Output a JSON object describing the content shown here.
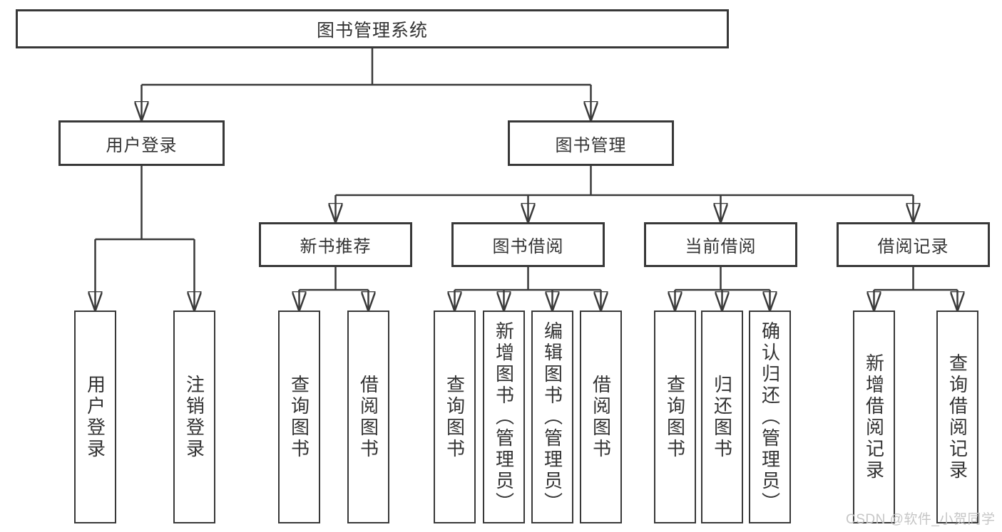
{
  "watermark": "CSDN @软件_小贺同学",
  "colors": {
    "line": "#3a3a3a",
    "node_border": "#383838",
    "node_text": "#333333",
    "node_fill": "#ffffff",
    "watermark_text": "#c3c3c3",
    "background": "#ffffff"
  },
  "tree": {
    "root": {
      "label": "图书管理系统"
    },
    "branches": [
      {
        "label": "用户登录",
        "children": [
          {
            "label": "用户登录"
          },
          {
            "label": "注销登录"
          }
        ]
      },
      {
        "label": "图书管理",
        "children": [
          {
            "label": "新书推荐",
            "children": [
              {
                "label": "查询图书"
              },
              {
                "label": "借阅图书"
              }
            ]
          },
          {
            "label": "图书借阅",
            "children": [
              {
                "label": "查询图书"
              },
              {
                "label": "新增图书（管理员）"
              },
              {
                "label": "编辑图书（管理员）"
              },
              {
                "label": "借阅图书"
              }
            ]
          },
          {
            "label": "当前借阅",
            "children": [
              {
                "label": "查询图书"
              },
              {
                "label": "归还图书"
              },
              {
                "label": "确认归还（管理员）"
              }
            ]
          },
          {
            "label": "借阅记录",
            "children": [
              {
                "label": "新增借阅记录"
              },
              {
                "label": "查询借阅记录"
              }
            ]
          }
        ]
      }
    ]
  }
}
